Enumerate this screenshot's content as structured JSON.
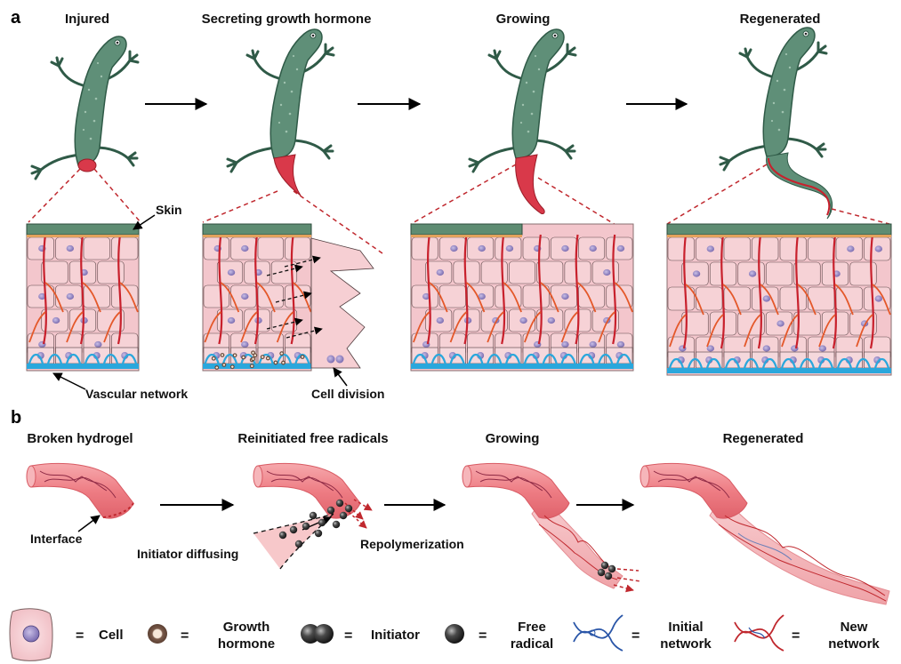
{
  "panel_a": {
    "letter": "a",
    "stages": [
      "Injured",
      "Secreting growth hormone",
      "Growing",
      "Regenerated"
    ],
    "annotations": {
      "skin": "Skin",
      "vascular": "Vascular network",
      "cell_division": "Cell division"
    }
  },
  "panel_b": {
    "letter": "b",
    "stages": [
      "Broken hydrogel",
      "Reinitiated free radicals",
      "Growing",
      "Regenerated"
    ],
    "annotations": {
      "interface": "Interface",
      "initiator_diffusing": "Initiator diffusing",
      "repolymerization": "Repolymerization"
    }
  },
  "legend": {
    "equals": "=",
    "items": [
      {
        "icon": "cell-icon",
        "line1": "Cell",
        "line2": ""
      },
      {
        "icon": "growth-hormone-icon",
        "line1": "Growth",
        "line2": "hormone"
      },
      {
        "icon": "initiator-icon",
        "line1": "Initiator",
        "line2": ""
      },
      {
        "icon": "free-radical-icon",
        "line1": "Free",
        "line2": "radical"
      },
      {
        "icon": "initial-network-icon",
        "line1": "Initial",
        "line2": "network"
      },
      {
        "icon": "new-network-icon",
        "line1": "New",
        "line2": "network"
      }
    ]
  },
  "colors": {
    "lizard": "#5f8f78",
    "lizard_dark": "#2f5a47",
    "tail_red": "#d9394a",
    "tissue_pink": "#f3c6cc",
    "skin_green": "#5e8c72",
    "vessel_red": "#c8202c",
    "vessel_orange": "#e4582a",
    "vascular_blue": "#2aa7dc",
    "nucleus": "#8a7ab8",
    "hydrogel": "#ef7f86",
    "dash_red": "#c0282e"
  }
}
